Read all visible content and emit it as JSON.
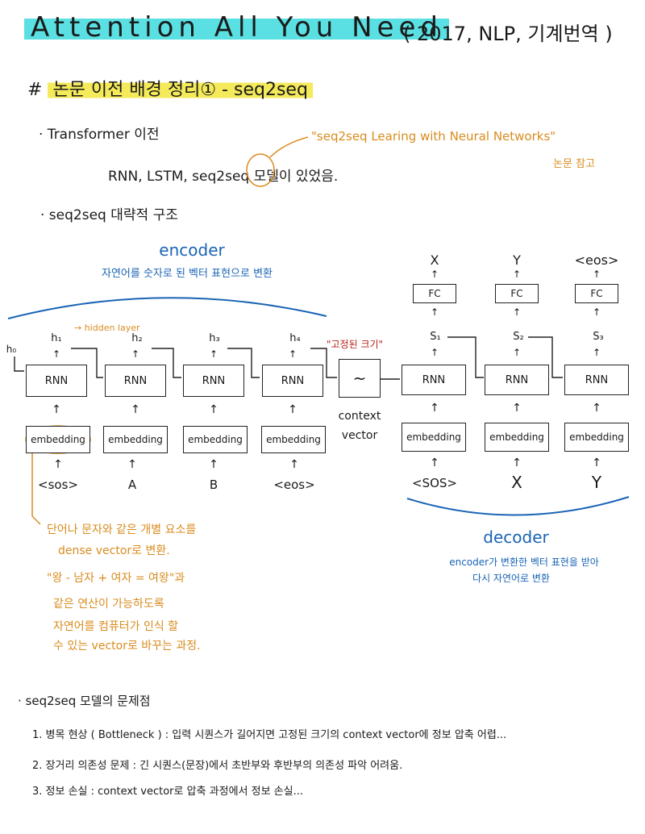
{
  "header": {
    "title": "Attention All You Need",
    "meta": "( 2017, NLP, 기계번역 )"
  },
  "section1": {
    "marker": "#",
    "heading": "논문 이전 배경 정리① - seq2seq",
    "bullet1": "· Transformer 이전",
    "bullet1_sub": "RNN, LSTM, seq2seq 모델이 있었음.",
    "reference": "\"seq2seq Learing with Neural Networks\"",
    "reference_note": "논문 참고",
    "bullet2": "· seq2seq 대략적 구조"
  },
  "diagram": {
    "encoder_title": "encoder",
    "encoder_desc": "자연어를 숫자로 된 벡터 표현으로 변환",
    "decoder_title": "decoder",
    "decoder_desc_1": "encoder가 변환한 벡터 표현을 받아",
    "decoder_desc_2": "다시 자연어로 변환",
    "hidden_layer_note": "→ hidden layer",
    "fixed_size_note": "\"고정된 크기\"",
    "context_label_1": "context",
    "context_label_2": "vector",
    "context_symbol": "~",
    "h0": "h₀",
    "hidden_states": [
      "h₁",
      "h₂",
      "h₃",
      "h₄"
    ],
    "rnn_label": "RNN",
    "embedding_label": "embedding",
    "fc_label": "FC",
    "encoder_inputs": [
      "<sos>",
      "A",
      "B",
      "<eos>"
    ],
    "decoder_inputs": [
      "<SOS>",
      "X",
      "Y"
    ],
    "decoder_states": [
      "S₁",
      "S₂",
      "S₃"
    ],
    "decoder_outputs": [
      "X",
      "Y",
      "<eos>"
    ],
    "arrow_up": "↑"
  },
  "embedding_note": {
    "line1": "단어나 문자와 같은 개별 요소를",
    "line2": "dense vector로 변환.",
    "line3": "\"왕 - 남자 + 여자 = 여왕\"과",
    "line4": "같은 연산이 가능하도록",
    "line5": "자연어를 컴퓨터가 인식 할",
    "line6": "수 있는 vector로 바꾸는 과정."
  },
  "section2": {
    "heading": "· seq2seq 모델의 문제점",
    "item1": "1. 병목 현상 ( Bottleneck ) : 입력 시퀀스가 길어지면 고정된 크기의 context vector에 정보 압축 어렵...",
    "item2": "2. 장거리 의존성 문제 : 긴 시퀀스(문장)에서 초반부와 후반부의 의존성 파악 어려움.",
    "item3": "3. 정보 손실 : context vector로 압축 과정에서 정보 손실..."
  }
}
